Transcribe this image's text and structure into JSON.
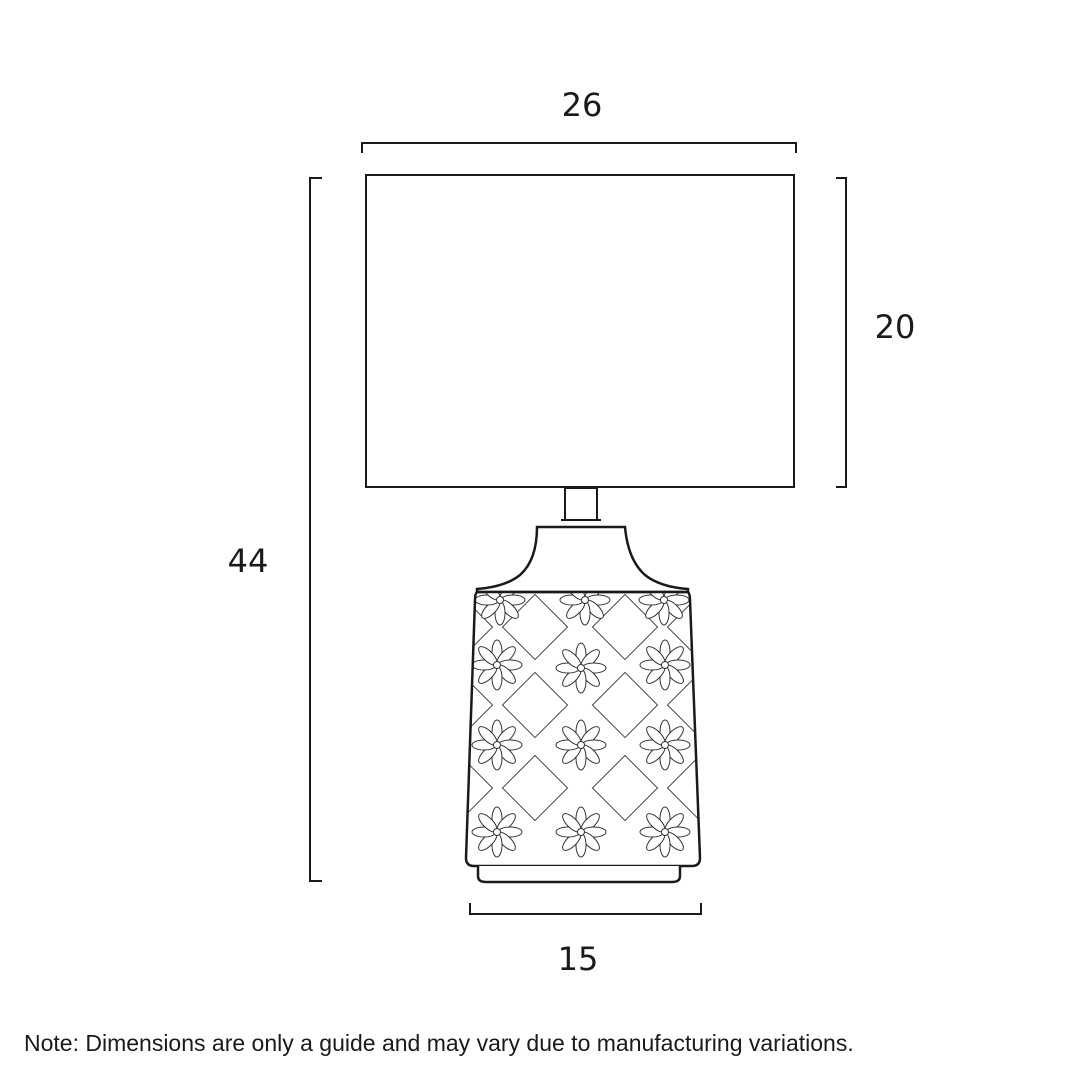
{
  "dimensions": {
    "shade_width": "26",
    "shade_height": "20",
    "total_height": "44",
    "base_width": "15"
  },
  "note": "Note: Dimensions are only a guide and may vary due to manufacturing variations.",
  "colors": {
    "line": "#1a1a1a",
    "background": "#ffffff"
  }
}
